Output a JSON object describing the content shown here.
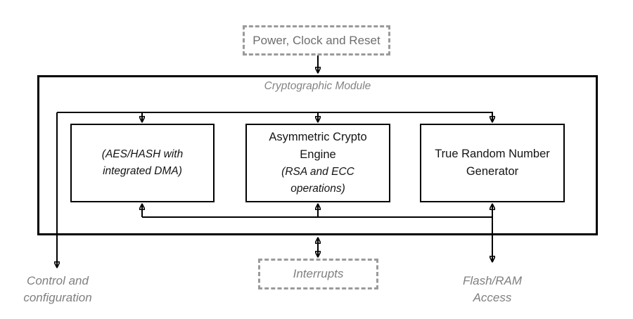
{
  "diagram": {
    "external": {
      "power_box_label": "Power, Clock and Reset",
      "interrupts_box_label": "Interrupts",
      "control_label": "Control and configuration",
      "flash_label": "Flash/RAM Access"
    },
    "module": {
      "title": "Cryptographic Module",
      "blocks": [
        {
          "id": "aes-hash-dma",
          "title": "",
          "subtitle": "(AES/HASH with integrated DMA)"
        },
        {
          "id": "asymmetric-crypto-engine",
          "title": "Asymmetric Crypto Engine",
          "subtitle": "(RSA and ECC operations)"
        },
        {
          "id": "true-random-number-generator",
          "title": "True Random Number Generator",
          "subtitle": ""
        }
      ]
    },
    "colors": {
      "line": "#000000",
      "dashed_border": "#9a9a9a",
      "muted_text": "#7f7f7f",
      "power_text": "#6e6e6e",
      "block_text": "#141414"
    }
  }
}
